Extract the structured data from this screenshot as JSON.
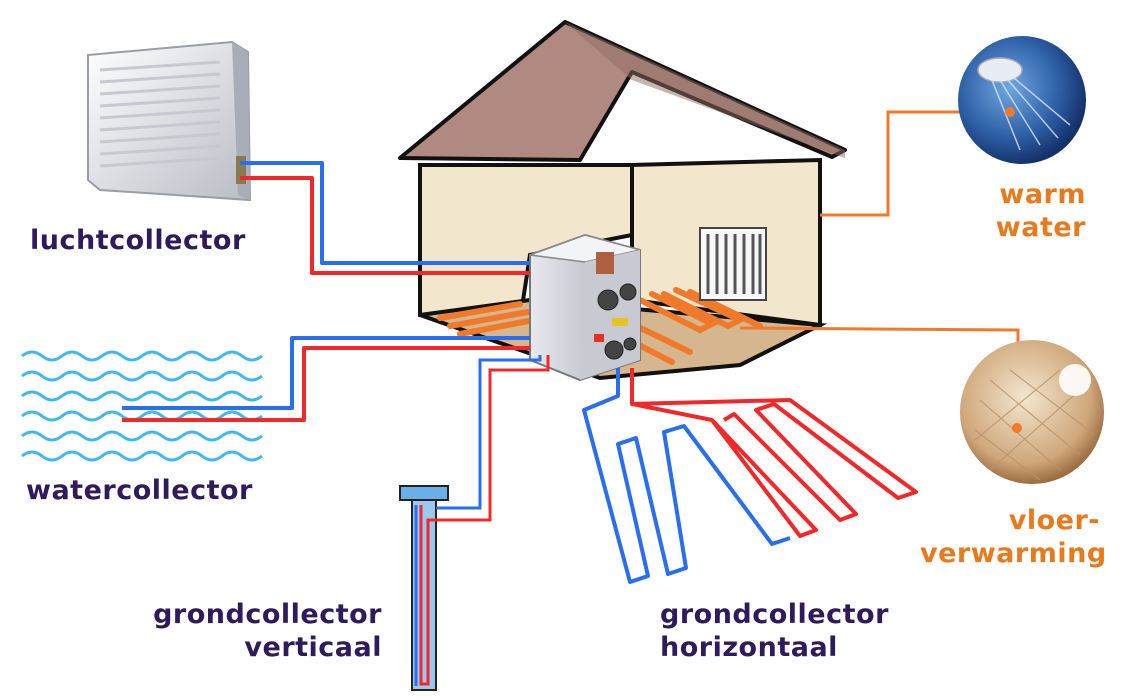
{
  "labels": {
    "luchtcollector": "luchtcollector",
    "watercollector": "watercollector",
    "grond_verticaal_1": "grondcollector",
    "grond_verticaal_2": "verticaal",
    "grond_horizontaal_1": "grondcollector",
    "grond_horizontaal_2": "horizontaal",
    "warm_water_1": "warm",
    "warm_water_2": "water",
    "vloer_1": "vloer-",
    "vloer_2": "verwarming"
  },
  "colors": {
    "label_purple": "#2f1a5c",
    "label_orange": "#e87a1e",
    "pipe_blue": "#2a6ef0",
    "pipe_red": "#f0282a",
    "wall": "#f2e6cc",
    "roof": "#b08a80",
    "floor_heating": "#f07a2a",
    "water_wave": "#3fb8f0"
  },
  "icons": {
    "outdoor_unit": "air-heat-pump-unit",
    "heat_pump": "heat-pump-unit",
    "radiator": "radiator",
    "shower": "shower-icon",
    "floor": "floor-heating-icon"
  }
}
